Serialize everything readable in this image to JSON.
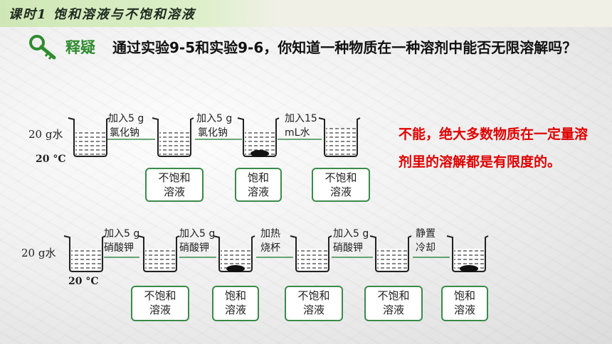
{
  "header": {
    "title": "课时1   饱和溶液与不饱和溶液"
  },
  "question": {
    "tag": "释疑",
    "text": "通过实验9-5和实验9-6，你知道一种物质在一种溶剂中能否无限溶解吗？"
  },
  "answer": {
    "text": "不能，绝大多数物质在一定量溶剂里的溶解都是有限度的。"
  },
  "experiment1": {
    "start_water": "20 g水",
    "temp": "20 °C",
    "step1": [
      "加入5 g",
      "氯化钠"
    ],
    "step2": [
      "加入5 g",
      "氯化钠"
    ],
    "step3": [
      "加入15",
      "mL水"
    ],
    "states": [
      [
        "不饱和",
        "溶液"
      ],
      [
        "饱和",
        "溶液"
      ],
      [
        "不饱和",
        "溶液"
      ]
    ]
  },
  "experiment2": {
    "start_water": "20 g水",
    "temp": "20 °C",
    "step1": [
      "加入5 g",
      "硝酸钾"
    ],
    "step2": [
      "加入5 g",
      "硝酸钾"
    ],
    "step3": [
      "加热",
      "烧杯"
    ],
    "step4": [
      "加入5 g",
      "硝酸钾"
    ],
    "step5": [
      "静置",
      "冷却"
    ],
    "states": [
      [
        "不饱和",
        "溶液"
      ],
      [
        "饱和",
        "溶液"
      ],
      [
        "不饱和",
        "溶液"
      ],
      [
        "不饱和",
        "溶液"
      ],
      [
        "饱和",
        "溶液"
      ]
    ]
  },
  "icons": {
    "key": "key-magnifier-icon"
  },
  "colors": {
    "accent_green": "#2e8b2e",
    "answer_red": "#e00000",
    "box_border": "#3a8a4a"
  }
}
